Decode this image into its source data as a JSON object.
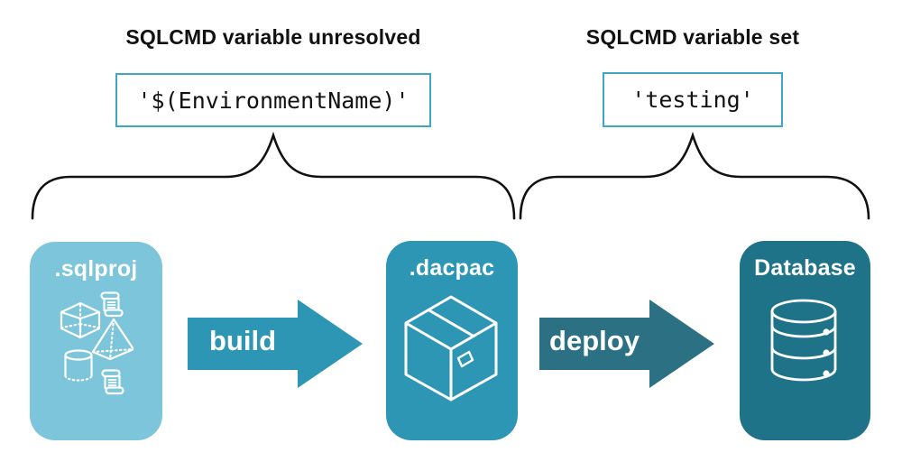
{
  "annotations": {
    "left": {
      "title": "SQLCMD variable unresolved",
      "code": "'$(EnvironmentName)'"
    },
    "right": {
      "title": "SQLCMD variable set",
      "code": "'testing'"
    }
  },
  "pipeline": {
    "nodes": [
      {
        "id": "sqlproj",
        "label": ".sqlproj",
        "color": "#7cc5da",
        "icon": "sql-objects-icons"
      },
      {
        "id": "dacpac",
        "label": ".dacpac",
        "color": "#2e96b5",
        "icon": "package-icon"
      },
      {
        "id": "database",
        "label": "Database",
        "color": "#1f7389",
        "icon": "database-icon"
      }
    ],
    "arrows": [
      {
        "label": "build",
        "color": "#2e96b5"
      },
      {
        "label": "deploy",
        "color": "#2b7183"
      }
    ]
  },
  "colors": {
    "background": "#ffffff",
    "code_box_border": "#3fa8c5",
    "brace_stroke": "#111111",
    "heading_text": "#111111",
    "node_text": "#ffffff",
    "icon_stroke": "#ffffff"
  }
}
